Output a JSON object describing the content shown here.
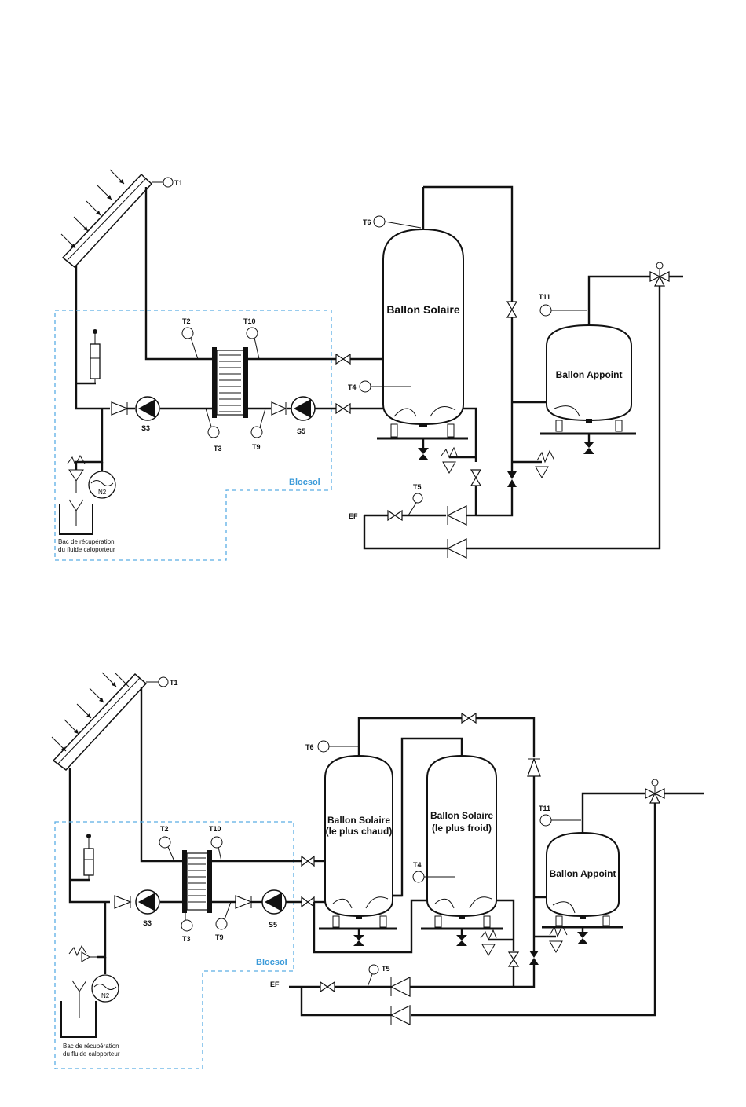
{
  "diagram1": {
    "sensors": [
      "T1",
      "T2",
      "T10",
      "T3",
      "T9",
      "T4",
      "T5",
      "T6",
      "T11"
    ],
    "pumps": [
      "S3",
      "S5"
    ],
    "tank_solar": "Ballon Solaire",
    "tank_backup": "Ballon Appoint",
    "zone": "Blocsol",
    "ef": "EF",
    "recovery_line1": "Bac de récupération",
    "recovery_line2": "du fluide caloporteur",
    "n2": "N2"
  },
  "diagram2": {
    "sensors": [
      "T1",
      "T2",
      "T10",
      "T3",
      "T9",
      "T4",
      "T5",
      "T6",
      "T11"
    ],
    "pumps": [
      "S3",
      "S5"
    ],
    "tank_hot_line1": "Ballon Solaire",
    "tank_hot_line2": "(le plus chaud)",
    "tank_cold_line1": "Ballon Solaire",
    "tank_cold_line2": "(le plus froid)",
    "tank_backup": "Ballon Appoint",
    "zone": "Blocsol",
    "ef": "EF",
    "recovery_line1": "Bac de récupération",
    "recovery_line2": "du fluide caloporteur",
    "n2": "N2"
  }
}
